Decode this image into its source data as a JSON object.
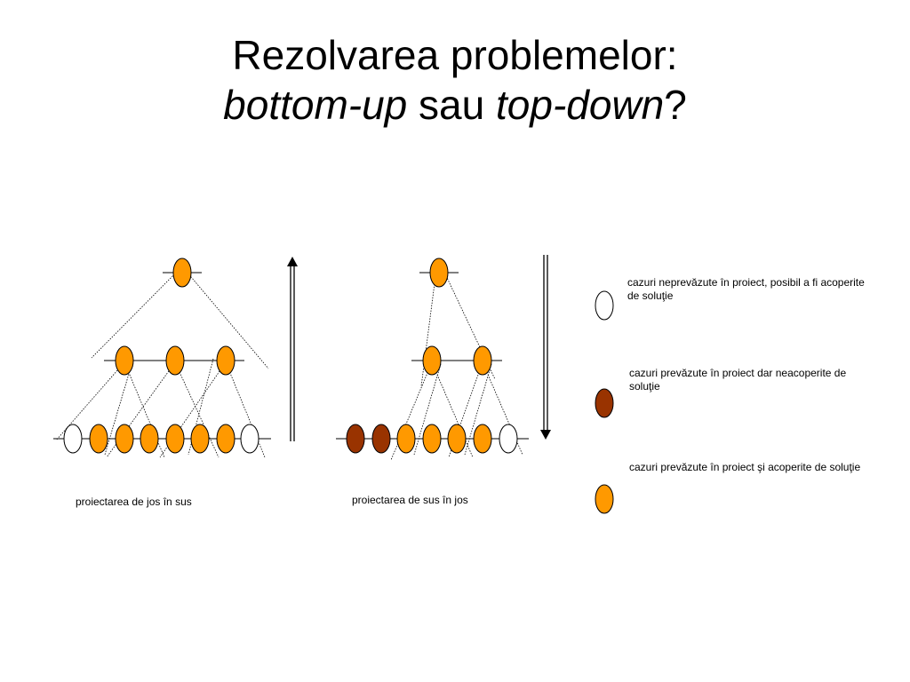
{
  "title": {
    "line1": "Rezolvarea problemelor:",
    "line2_em1": "bottom-up",
    "line2_mid": " sau ",
    "line2_em2": "top-down",
    "line2_end": "?"
  },
  "captions": {
    "left": "proiectarea de jos în sus",
    "right": "proiectarea de sus în jos"
  },
  "legend": [
    {
      "text": "cazuri neprevăzute în proiect, posibil a fi acoperite de soluţie",
      "color": "#ffffff"
    },
    {
      "text": "cazuri prevăzute în proiect dar neacoperite de soluţie",
      "color": "#993300"
    },
    {
      "text": "cazuri prevăzute în proiect şi acoperite de soluţie",
      "color": "#ff9900"
    }
  ],
  "colors": {
    "covered": "#ff9900",
    "uncovered": "#993300",
    "unforeseen": "#ffffff",
    "stroke": "#000000"
  }
}
